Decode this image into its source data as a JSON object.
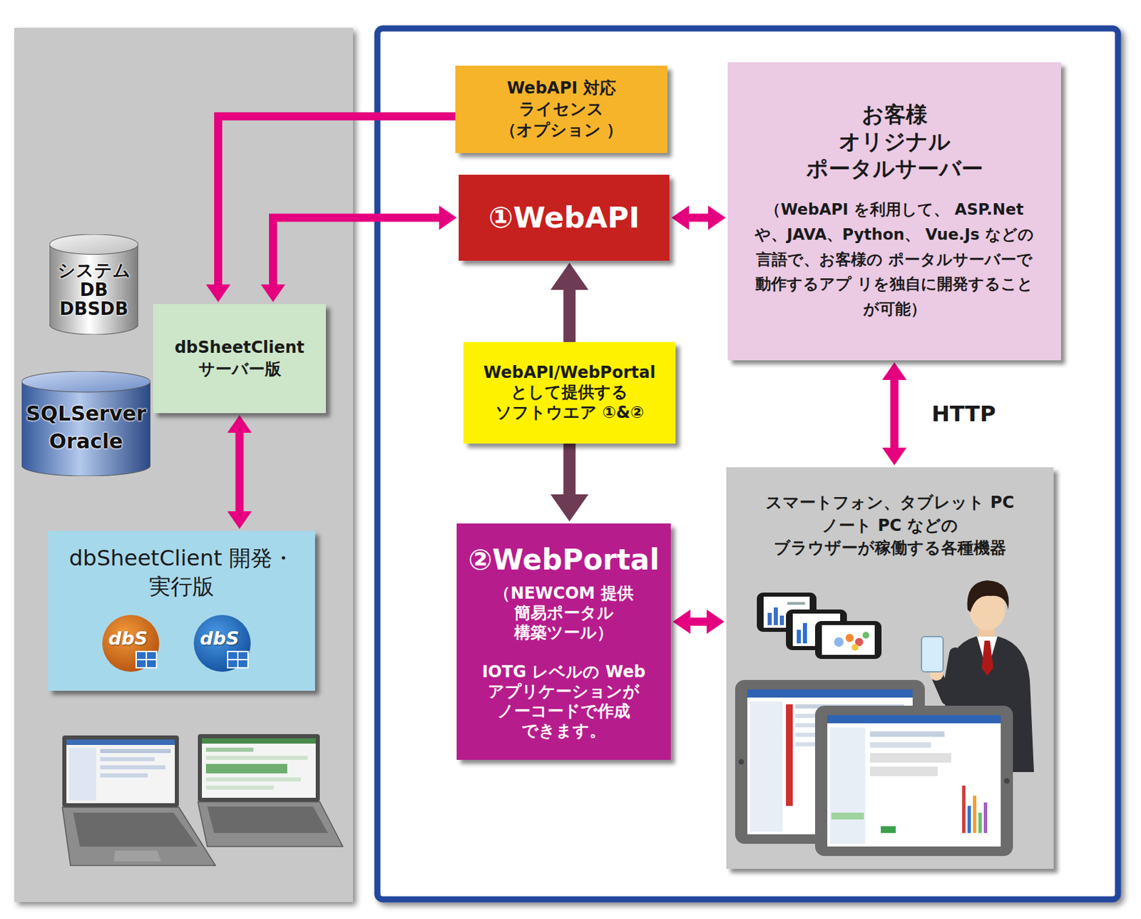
{
  "diagram": {
    "nodes": [
      {
        "text": [
          "WebAPI 対応 ライセンス （オプション ）"
        ]
      },
      {
        "text": [
          "①WebAPI"
        ]
      },
      {
        "text": [
          "お客様 オリジナル ポータルサーバー",
          "（WebAPI を利用して、 ASP.Net や、JAVA、Python、 Vue.Js などの言語で、お客様の ポータルサーバーで動作するアプ リを独自に開発することが可能）"
        ]
      },
      {
        "text": [
          "システム DB DBSDB"
        ]
      },
      {
        "text": [
          "dbSheetClient サーバー版"
        ]
      },
      {
        "text": [
          "SQLServer Oracle"
        ]
      },
      {
        "text": [
          "WebAPI/WebPortal として提供する ソフトウエア ①&②"
        ]
      },
      {
        "text": [
          "dbSheetClient 開発・実行版"
        ]
      },
      {
        "text": [
          "②WebPortal",
          "（NEWCOM 提供 簡易ポータル 構築ツール）",
          "IOTG レベルの Web アプリケーションが ノーコードで作成 できます。"
        ]
      },
      {
        "text": [
          "スマートフォン、タブレット PC ノート PC などの ブラウザーが稼働する各種機器"
        ]
      }
    ],
    "edges": [
      {
        "from": 0,
        "to": 4,
        "arrow": "to"
      },
      {
        "from": 4,
        "to": 1,
        "arrow": "both"
      },
      {
        "from": 1,
        "to": 2,
        "arrow": "both"
      },
      {
        "from": 6,
        "to": 1,
        "arrow": "to"
      },
      {
        "from": 6,
        "to": 8,
        "arrow": "to"
      },
      {
        "from": 2,
        "to": 9,
        "arrow": "both",
        "label": "HTTP"
      },
      {
        "from": 8,
        "to": 9,
        "arrow": "both"
      },
      {
        "from": 4,
        "to": 7,
        "arrow": "both"
      }
    ],
    "labels": [
      "dbS",
      "dbS"
    ]
  }
}
